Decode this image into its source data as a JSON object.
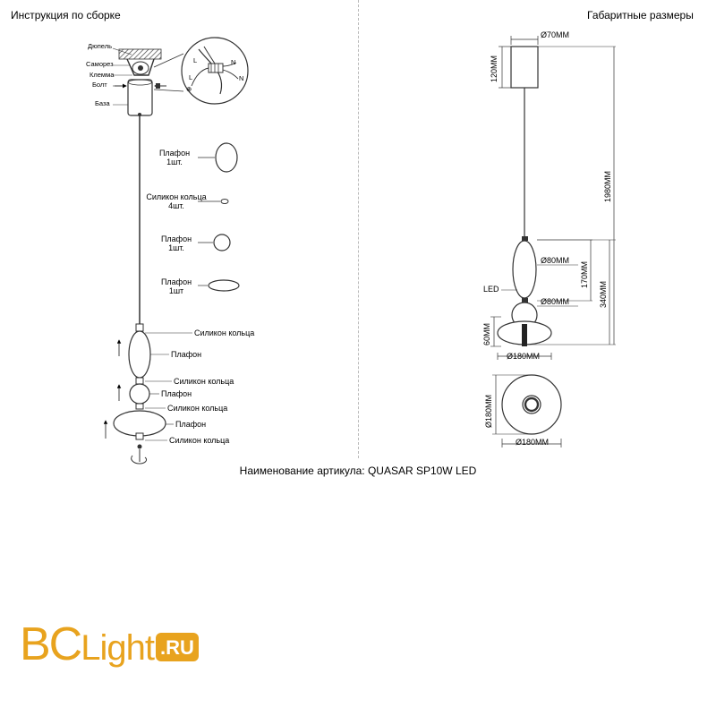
{
  "headers": {
    "left": "Инструкция по сборке",
    "right": "Габаритные размеры"
  },
  "assembly_labels": {
    "dowel": "Дюпель",
    "screw": "Саморез",
    "terminal": "Клемма",
    "bolt": "Болт",
    "base": "База",
    "wiring_L": "L",
    "wiring_N": "N",
    "wiring_ground": "⊕"
  },
  "parts": [
    {
      "name": "Плафон",
      "qty": "1шт."
    },
    {
      "name": "Силикон кольца",
      "qty": "4шт."
    },
    {
      "name": "Плафон",
      "qty": "1шт."
    },
    {
      "name": "Плафон",
      "qty": "1шт"
    }
  ],
  "stack_labels": [
    "Силикон кольца",
    "Плафон",
    "Силикон кольца",
    "Плафон",
    "Силикон кольца",
    "Плафон",
    "Силикон кольца"
  ],
  "dimensions": {
    "canopy_diameter": "Ø70MM",
    "canopy_height": "120MM",
    "total_height": "1980MM",
    "shade_top_diameter": "Ø80MM",
    "shade_top_height": "170MM",
    "led": "LED",
    "shade_mid_diameter": "Ø80MM",
    "lower_height": "340MM",
    "disc_height": "60MM",
    "disc_diameter": "Ø180MM",
    "top_view_diameter_v": "Ø180MM",
    "top_view_diameter_h": "Ø180MM"
  },
  "article": "Наименование артикула: QUASAR SP10W LED",
  "logo": {
    "main": "BC",
    "rest": "Light",
    "ru": ".RU"
  },
  "colors": {
    "brand": "#e8a31e"
  }
}
